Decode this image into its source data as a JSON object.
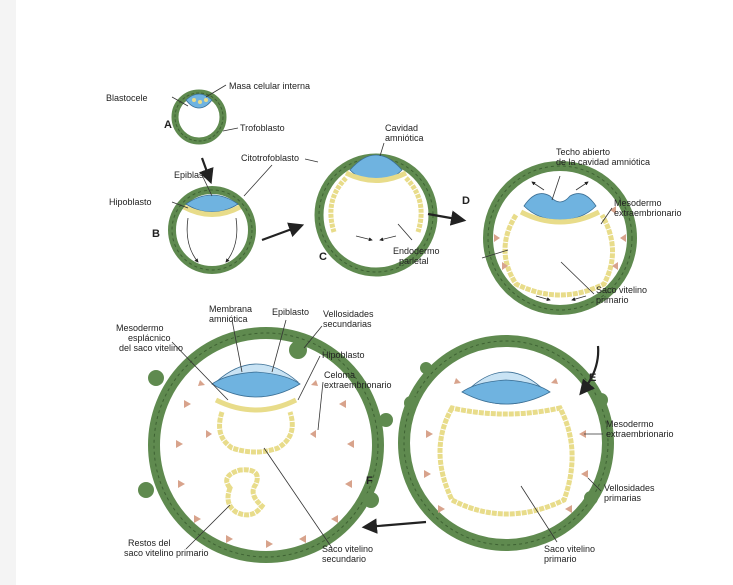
{
  "colors": {
    "trophoblast": "#5f8a4f",
    "trophoblast_dark": "#3e6233",
    "epiblast": "#6fb3e0",
    "amnion": "#c9e3f4",
    "hypoblast": "#e8dc8a",
    "yolk_outline": "#b9a84a",
    "mesoderm": "#d8a38c",
    "arrow": "#222222"
  },
  "stages": {
    "A": "A",
    "B": "B",
    "C": "C",
    "D": "D",
    "E": "E",
    "F": "F"
  },
  "labels": {
    "blastocele": "Blastocele",
    "masa_celular_interna": "Masa celular interna",
    "trofoblasto": "Trofoblasto",
    "epiblasto_b": "Epiblasto",
    "hipoblasto_b": "Hipoblasto",
    "citotrofoblasto": "Citotrofoblasto",
    "cavidad_amniotica": [
      "Cavidad",
      "amniótica"
    ],
    "endodermo_parietal": [
      "Endodermo",
      "parietal"
    ],
    "techo_abierto": [
      "Techo abierto",
      "de la cavidad amniótica"
    ],
    "mesodermo_extra_d": [
      "Mesodermo",
      "extraembrionario"
    ],
    "saco_vitelino_primario_d": [
      "Saco vitelino",
      "primario"
    ],
    "membrana_amniotica": [
      "Membrana",
      "amniótica"
    ],
    "epiblasto_f": "Epiblasto",
    "vellosidades_secundarias": [
      "Vellosidades",
      "secundarias"
    ],
    "mesodermo_esplacnico": [
      "Mesodermo",
      "esplácnico",
      "del saco vitelino"
    ],
    "hipoblasto_f": "Hipoblasto",
    "celoma_extraembrionario": [
      "Celoma",
      "extraembrionario"
    ],
    "restos_saco": [
      "Restos del",
      "saco vitelino primario"
    ],
    "saco_vitelino_secundario": [
      "Saco vitelino",
      "secundario"
    ],
    "mesodermo_extra_e": [
      "Mesodermo",
      "extraembrionario"
    ],
    "vellosidades_primarias": [
      "Vellosidades",
      "primarias"
    ],
    "saco_vitelino_primario_e": [
      "Saco vitelino",
      "primario"
    ]
  }
}
